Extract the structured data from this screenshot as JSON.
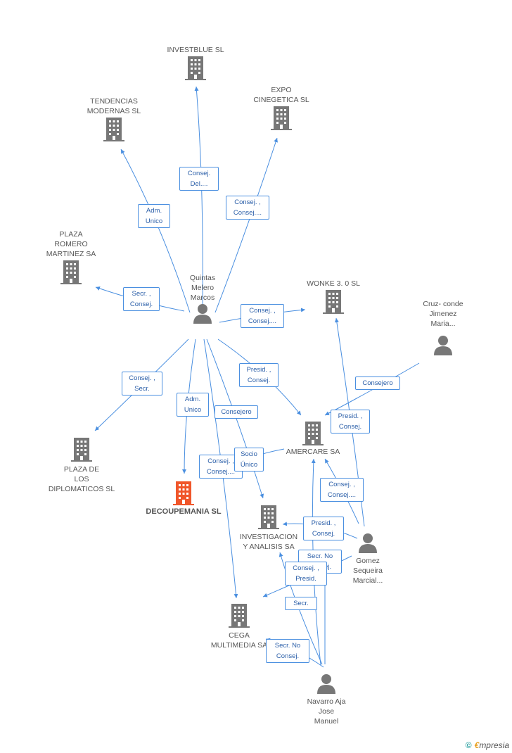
{
  "colors": {
    "edge": "#4a8fe0",
    "company": "#777777",
    "focus_company": "#f0562a",
    "person": "#777777"
  },
  "nodes": [
    {
      "id": "investblue",
      "type": "company",
      "label": "INVESTBLUE SL"
    },
    {
      "id": "tendencias",
      "type": "company",
      "label": "TENDENCIAS\nMODERNAS SL"
    },
    {
      "id": "expo",
      "type": "company",
      "label": "EXPO\nCINEGETICA SL"
    },
    {
      "id": "plaza_romero",
      "type": "company",
      "label": "PLAZA\nROMERO\nMARTINEZ SA"
    },
    {
      "id": "quintas",
      "type": "person",
      "label": "Quintas\nMelero\nMarcos"
    },
    {
      "id": "wonke",
      "type": "company",
      "label": "WONKE 3. 0 SL"
    },
    {
      "id": "cruz",
      "type": "person",
      "label": "Cruz- conde\nJimenez\nMaria..."
    },
    {
      "id": "plaza_diplo",
      "type": "company",
      "label": "PLAZA DE\nLOS\nDIPLOMATICOS SL"
    },
    {
      "id": "amercare",
      "type": "company",
      "label": "AMERCARE SA"
    },
    {
      "id": "decoupemania",
      "type": "focus",
      "label": "DECOUPEMANIA SL"
    },
    {
      "id": "investigacion",
      "type": "company",
      "label": "INVESTIGACION\nY ANALISIS SA"
    },
    {
      "id": "gomez",
      "type": "person",
      "label": "Gomez\nSequeira\nMarcial..."
    },
    {
      "id": "cega",
      "type": "company",
      "label": "CEGA\nMULTIMEDIA SA"
    },
    {
      "id": "navarro",
      "type": "person",
      "label": "Navarro Aja\nJose\nManuel"
    }
  ],
  "edge_labels": [
    "Consej.\nDel....",
    "Adm.\nUnico",
    "Consej. ,\nConsej....",
    "Secr. ,\nConsej.",
    "Consej. ,\nConsej....",
    "Presid. ,\nConsej.",
    "Consej. ,\nSecr.",
    "Adm.\nUnico",
    "Consejero",
    "Consejero",
    "Presid. ,\nConsej.",
    "Consej. ,\nConsej....",
    "Socio\nÚnico",
    "Consej. ,\nConsej....",
    "Presid. ,\nConsej.",
    "Secr. No\nConsej.",
    "Consej. ,\nPresid.",
    "Secr.",
    "Secr. No\nConsej."
  ],
  "brand": {
    "copyright": "©",
    "initial": "€",
    "name": "mpresia"
  }
}
